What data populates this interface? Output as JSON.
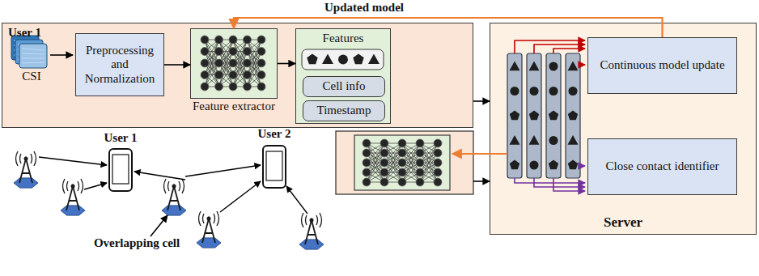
{
  "diagram": {
    "nodes": [
      {
        "text": [
          "User 1"
        ]
      },
      {
        "text": [
          "Preprocessing and Normalization"
        ],
        "in": 0
      },
      {
        "text": [
          "Feature extractor"
        ],
        "in": 0
      },
      {
        "text": [
          "Features"
        ],
        "in": 0
      },
      {
        "text": [
          "Cell info"
        ],
        "in": 3
      },
      {
        "text": [
          "Timestamp"
        ],
        "in": 3
      },
      {
        "text": [
          "Server"
        ]
      },
      {
        "text": [
          "Continuous model update"
        ],
        "in": 6
      },
      {
        "text": [
          "Close contact identifier"
        ],
        "in": 6
      }
    ],
    "edges": [
      {
        "from": 1,
        "to": 2,
        "arrow": "to"
      },
      {
        "from": 2,
        "to": 3,
        "arrow": "to"
      },
      {
        "from": 0,
        "to": 6,
        "arrow": "to"
      },
      {
        "from": 7,
        "to": 2,
        "label": "Updated model",
        "arrow": "to"
      }
    ],
    "labels": [
      "CSI",
      "User 1",
      "User 2",
      "Overlapping cell"
    ]
  }
}
